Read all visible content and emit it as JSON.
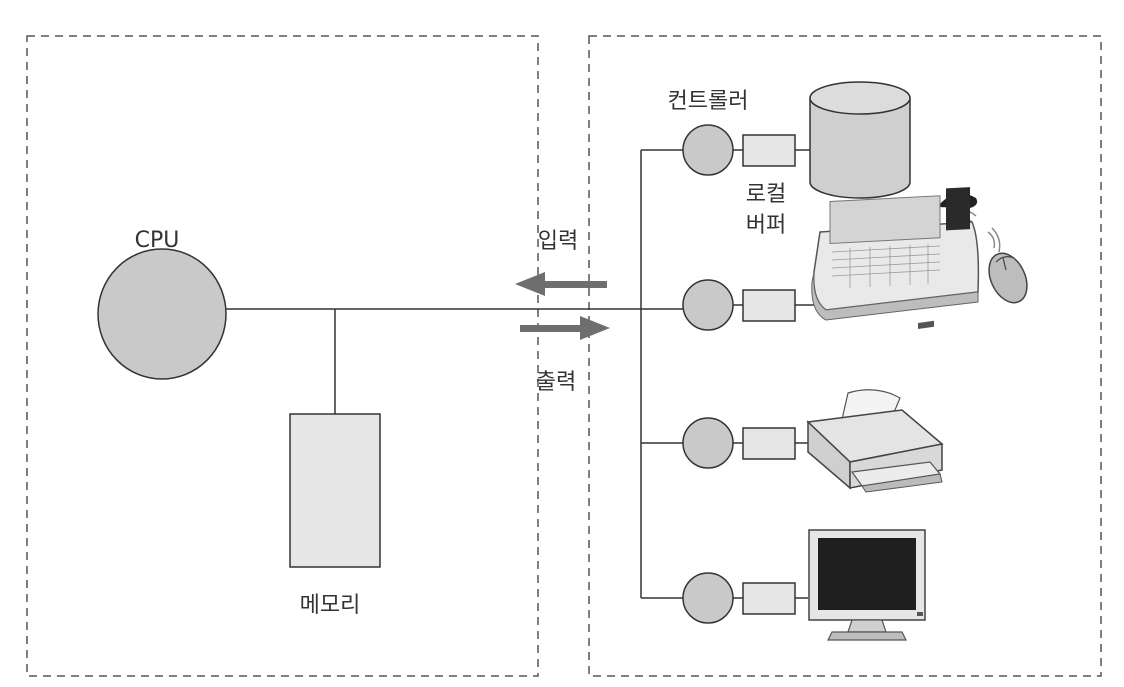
{
  "labels": {
    "cpu": "CPU",
    "memory": "메모리",
    "input": "입력",
    "output": "출력",
    "controller": "컨트롤러",
    "local_buffer_line1": "로컬",
    "local_buffer_line2": "버퍼"
  },
  "devices": [
    {
      "name": "disk",
      "icon": "disk-cylinder-icon"
    },
    {
      "name": "keyboard-mouse",
      "icon": "keyboard-mouse-icon"
    },
    {
      "name": "printer",
      "icon": "printer-icon"
    },
    {
      "name": "monitor",
      "icon": "monitor-icon"
    }
  ],
  "colors": {
    "node_fill": "#c9c9c9",
    "buffer_fill": "#e6e6e6",
    "line": "#333333",
    "arrow": "#6e6e6e",
    "dashed_border": "#555555"
  }
}
